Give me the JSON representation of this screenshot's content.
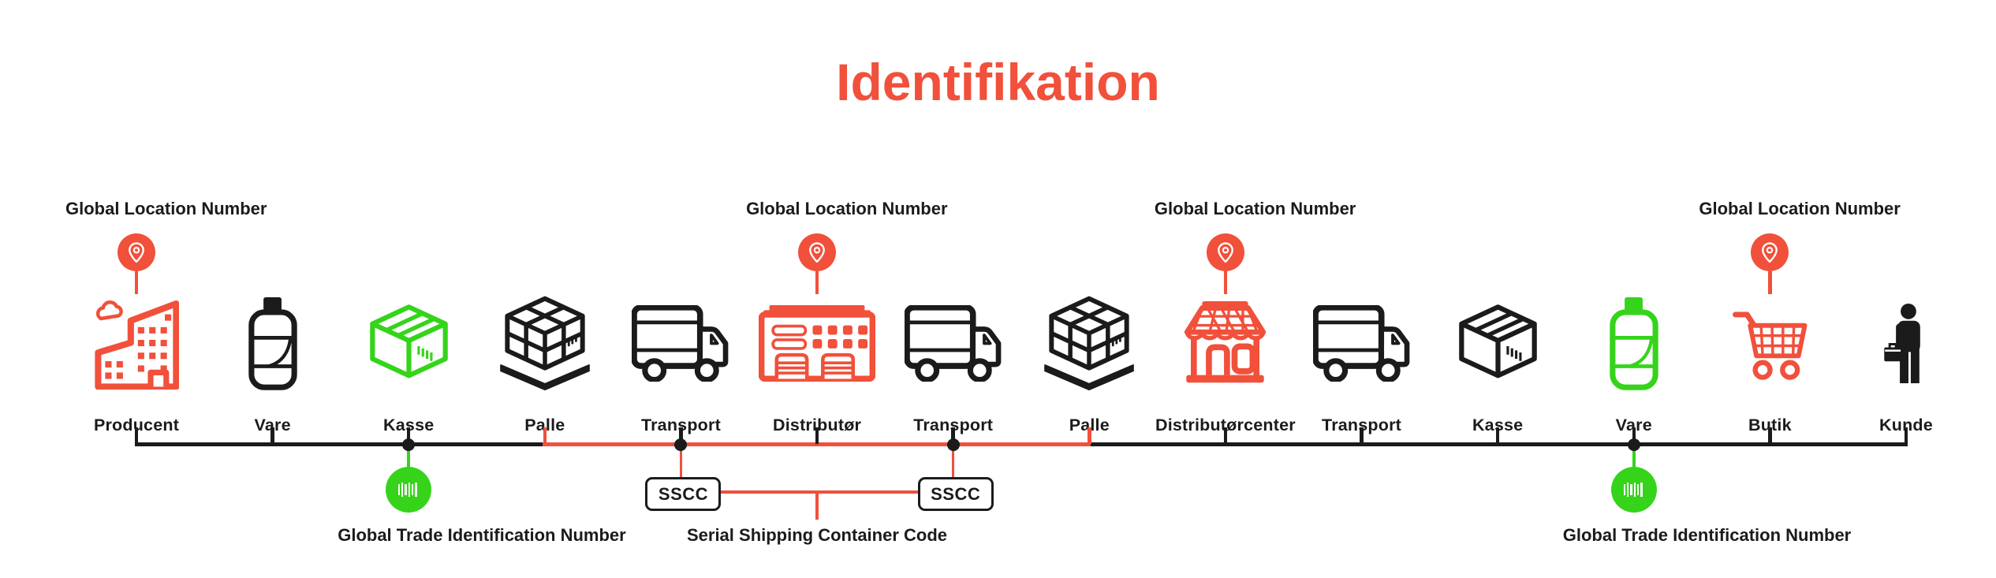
{
  "title": {
    "text": "Identifikation"
  },
  "colors": {
    "red": "#F1503B",
    "green": "#35D41B",
    "black": "#1B1B1B",
    "background": "#FFFFFF"
  },
  "items": [
    {
      "label": "Producent",
      "icon": "building-icon",
      "color": "red",
      "gln": true
    },
    {
      "label": "Vare",
      "icon": "bottle-icon",
      "color": "black"
    },
    {
      "label": "Kasse",
      "icon": "box-icon",
      "color": "green",
      "dot": true,
      "gtin": true
    },
    {
      "label": "Palle",
      "icon": "pallet-icon",
      "color": "black",
      "tick": "red"
    },
    {
      "label": "Transport",
      "icon": "truck-icon",
      "color": "black",
      "dot": true,
      "sscc": true
    },
    {
      "label": "Distributør",
      "icon": "warehouse-icon",
      "color": "red",
      "gln": true
    },
    {
      "label": "Transport",
      "icon": "truck-icon",
      "color": "black",
      "dot": true,
      "sscc": true
    },
    {
      "label": "Palle",
      "icon": "pallet-icon",
      "color": "black",
      "tick": "red"
    },
    {
      "label": "Distributørcenter",
      "icon": "store-icon",
      "color": "red",
      "gln": true
    },
    {
      "label": "Transport",
      "icon": "truck-icon",
      "color": "black"
    },
    {
      "label": "Kasse",
      "icon": "box-icon",
      "color": "black"
    },
    {
      "label": "Vare",
      "icon": "bottle-icon",
      "color": "green",
      "dot": true,
      "gtin": true
    },
    {
      "label": "Butik",
      "icon": "cart-icon",
      "color": "red",
      "gln": true
    },
    {
      "label": "Kunde",
      "icon": "person-icon",
      "color": "black"
    }
  ],
  "annotations": {
    "gln_label": "Global Location Number",
    "gtin_label": "Global Trade Identification Number",
    "sscc_box_label": "SSCC",
    "sscc_label": "Serial Shipping Container Code"
  }
}
